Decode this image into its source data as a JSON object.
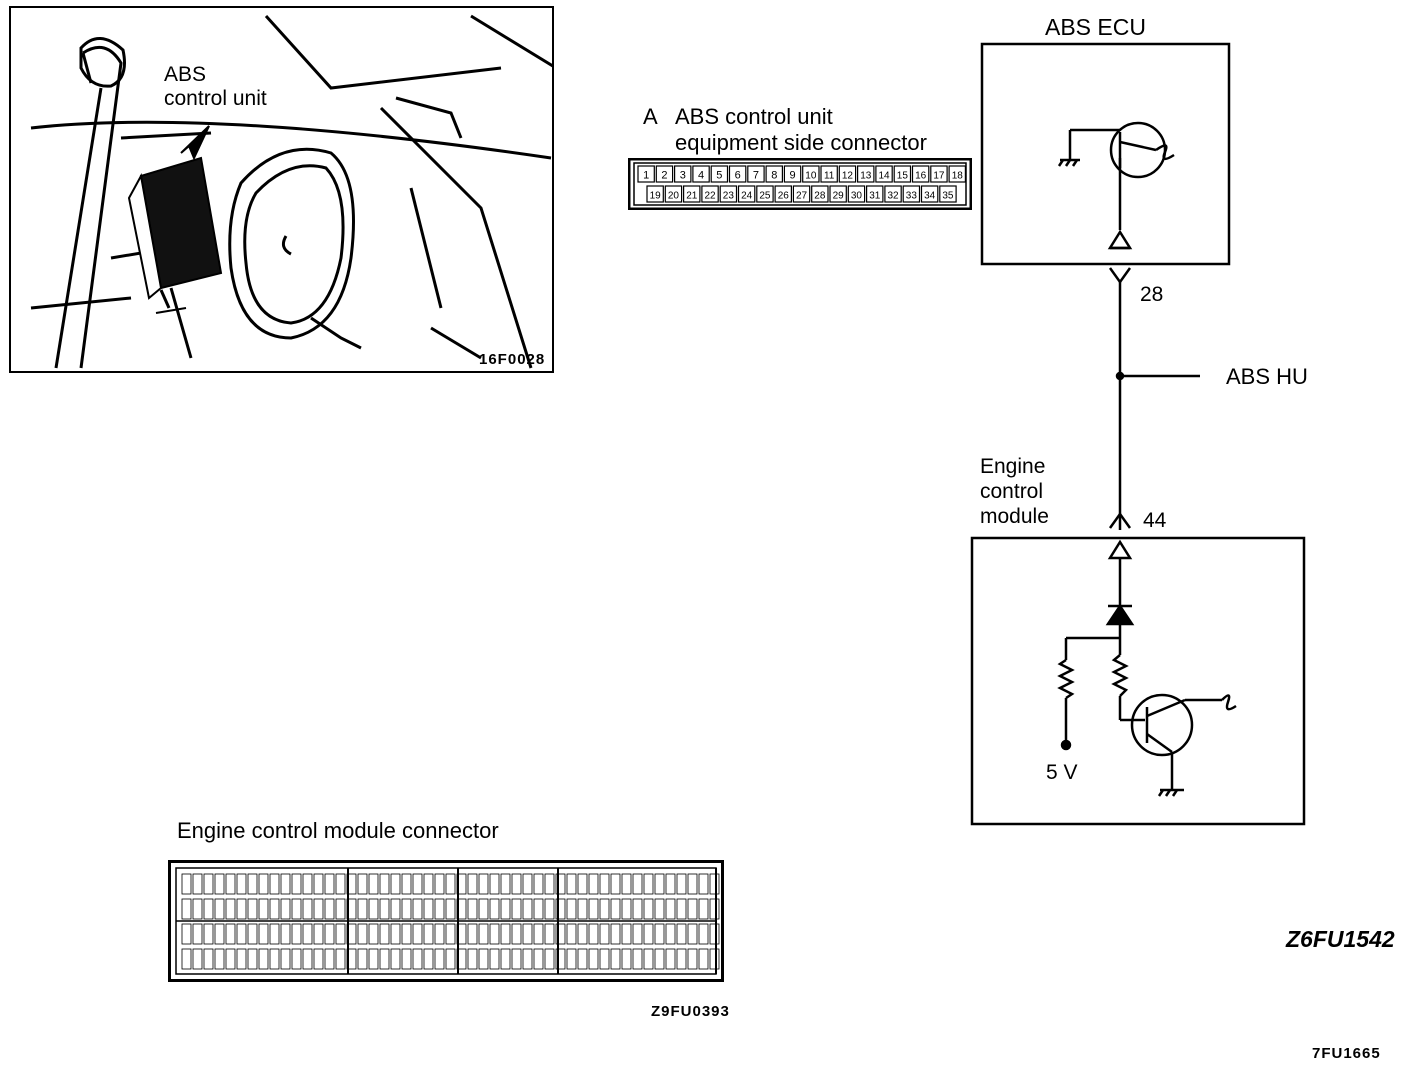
{
  "photo": {
    "callout_line1": "ABS",
    "callout_line2": "control unit",
    "code": "16F0028"
  },
  "connector_a": {
    "letter": "A",
    "title_line1": "ABS  control  unit",
    "title_line2": "equipment side connector",
    "row1": [
      "1",
      "2",
      "3",
      "4",
      "5",
      "6",
      "7",
      "8",
      "9",
      "10",
      "11",
      "12",
      "13",
      "14",
      "15",
      "16",
      "17",
      "18"
    ],
    "row2": [
      "19",
      "20",
      "21",
      "22",
      "23",
      "24",
      "25",
      "26",
      "27",
      "28",
      "29",
      "30",
      "31",
      "32",
      "33",
      "34",
      "35"
    ]
  },
  "schematic": {
    "abs_ecu_label": "ABS ECU",
    "pin_28": "28",
    "abs_hu_label": "ABS HU",
    "ecm_label_line1": "Engine",
    "ecm_label_line2": "control",
    "ecm_label_line3": "module",
    "pin_44": "44",
    "voltage_label": "5 V",
    "code": "Z6FU1542"
  },
  "ecm_connector": {
    "title": "Engine control module connector",
    "code": "Z9FU0393"
  },
  "page_code": "7FU1665"
}
